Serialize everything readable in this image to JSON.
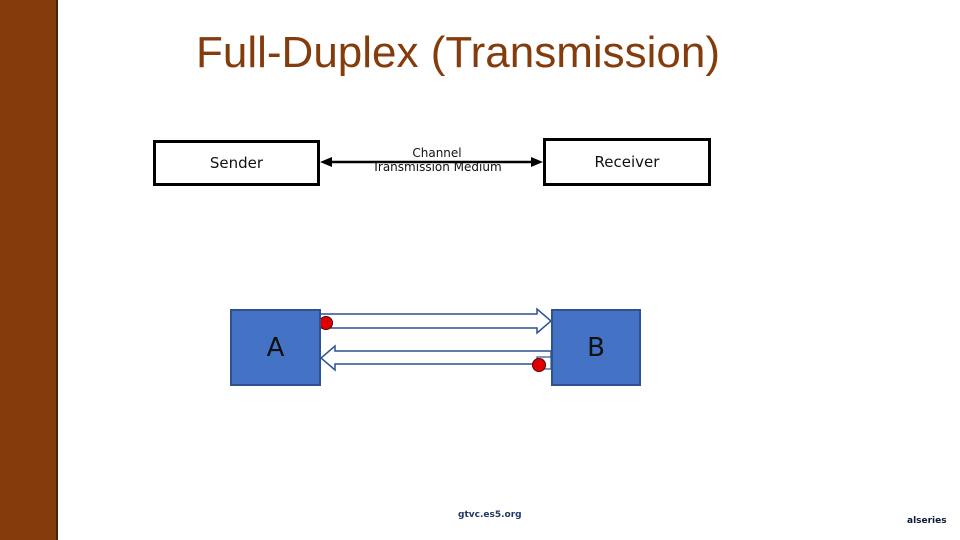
{
  "title": "Full-Duplex (Transmission)",
  "sender_label": "Sender",
  "receiver_label": "Receiver",
  "channel": {
    "line1": "Channel",
    "line2": "Transmission Medium"
  },
  "node_a_label": "A",
  "node_b_label": "B",
  "footer": {
    "url": "gtvc.es5.org",
    "brand": "alseries"
  },
  "colors": {
    "accent": "#843c0c",
    "node_fill": "#4472c4",
    "marker": "#e00000"
  }
}
